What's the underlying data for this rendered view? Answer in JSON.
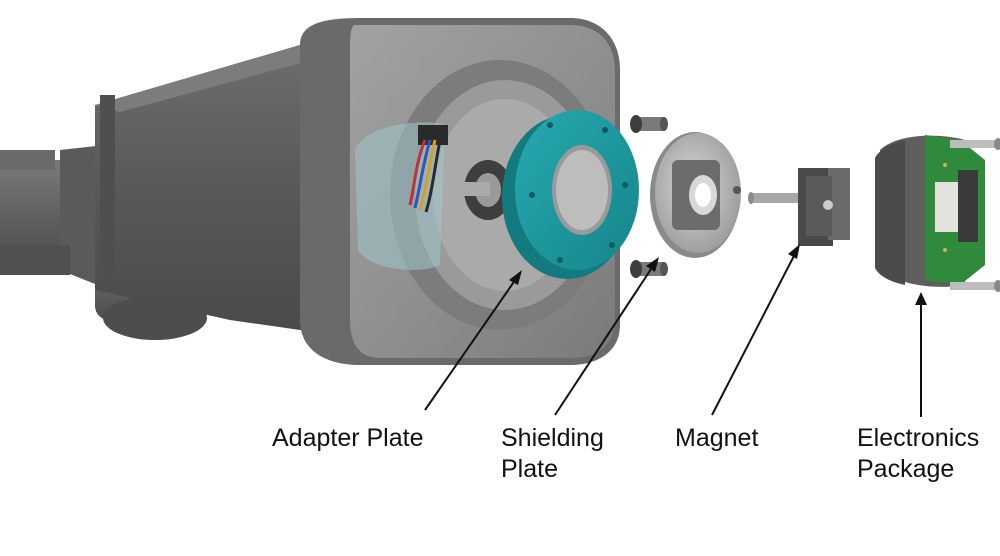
{
  "labels": {
    "adapter_plate": "Adapter Plate",
    "shielding_plate_line1": "Shielding",
    "shielding_plate_line2": "Plate",
    "magnet": "Magnet",
    "electronics_package_line1": "Electronics",
    "electronics_package_line2": "Package"
  },
  "colors": {
    "background": "#ffffff",
    "motor_body": "#5f5f5f",
    "housing_face": "#8a8a8a",
    "adapter_plate": "#1c9aa0",
    "pcb_green": "#2f8a3c",
    "arrow": "#111111"
  }
}
